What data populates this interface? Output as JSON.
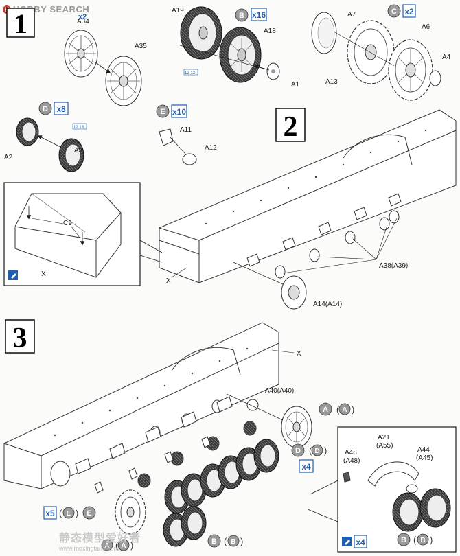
{
  "watermark_top": {
    "brand": "HOBBY SEARCH"
  },
  "watermark_bottom": {
    "text_cn": "静态模型爱好者",
    "url": "www.moxingfans.com"
  },
  "steps": {
    "s1": "1",
    "s2": "2",
    "s3": "3"
  },
  "sprues": {
    "a": "A",
    "b": "B",
    "c": "C",
    "d": "D",
    "e": "E"
  },
  "quantities": {
    "x2a": "x2",
    "x16": "x16",
    "x2b": "x2",
    "x8": "x8",
    "x10": "x10",
    "x4a": "x4",
    "x5": "x5",
    "x4b": "x4"
  },
  "hints": {
    "h1": "12 13",
    "h2": "12 13"
  },
  "parts": {
    "a1": "A1",
    "a2": "A2",
    "a3": "A3",
    "a4": "A4",
    "a6": "A6",
    "a7": "A7",
    "a11": "A11",
    "a12": "A12",
    "a13": "A13",
    "a14": "A14(A14)",
    "a18": "A18",
    "a19": "A19",
    "a21": "A21",
    "a21b": "(A55)",
    "a34": "A34",
    "a35": "A35",
    "a38": "A38(A39)",
    "a40": "A40(A40)",
    "a44": "A44",
    "a44b": "(A45)",
    "a48": "A48",
    "a48b": "(A48)",
    "c9": "C9",
    "x_inset": "X",
    "x_hull2": "X",
    "x_hull3": "X"
  }
}
